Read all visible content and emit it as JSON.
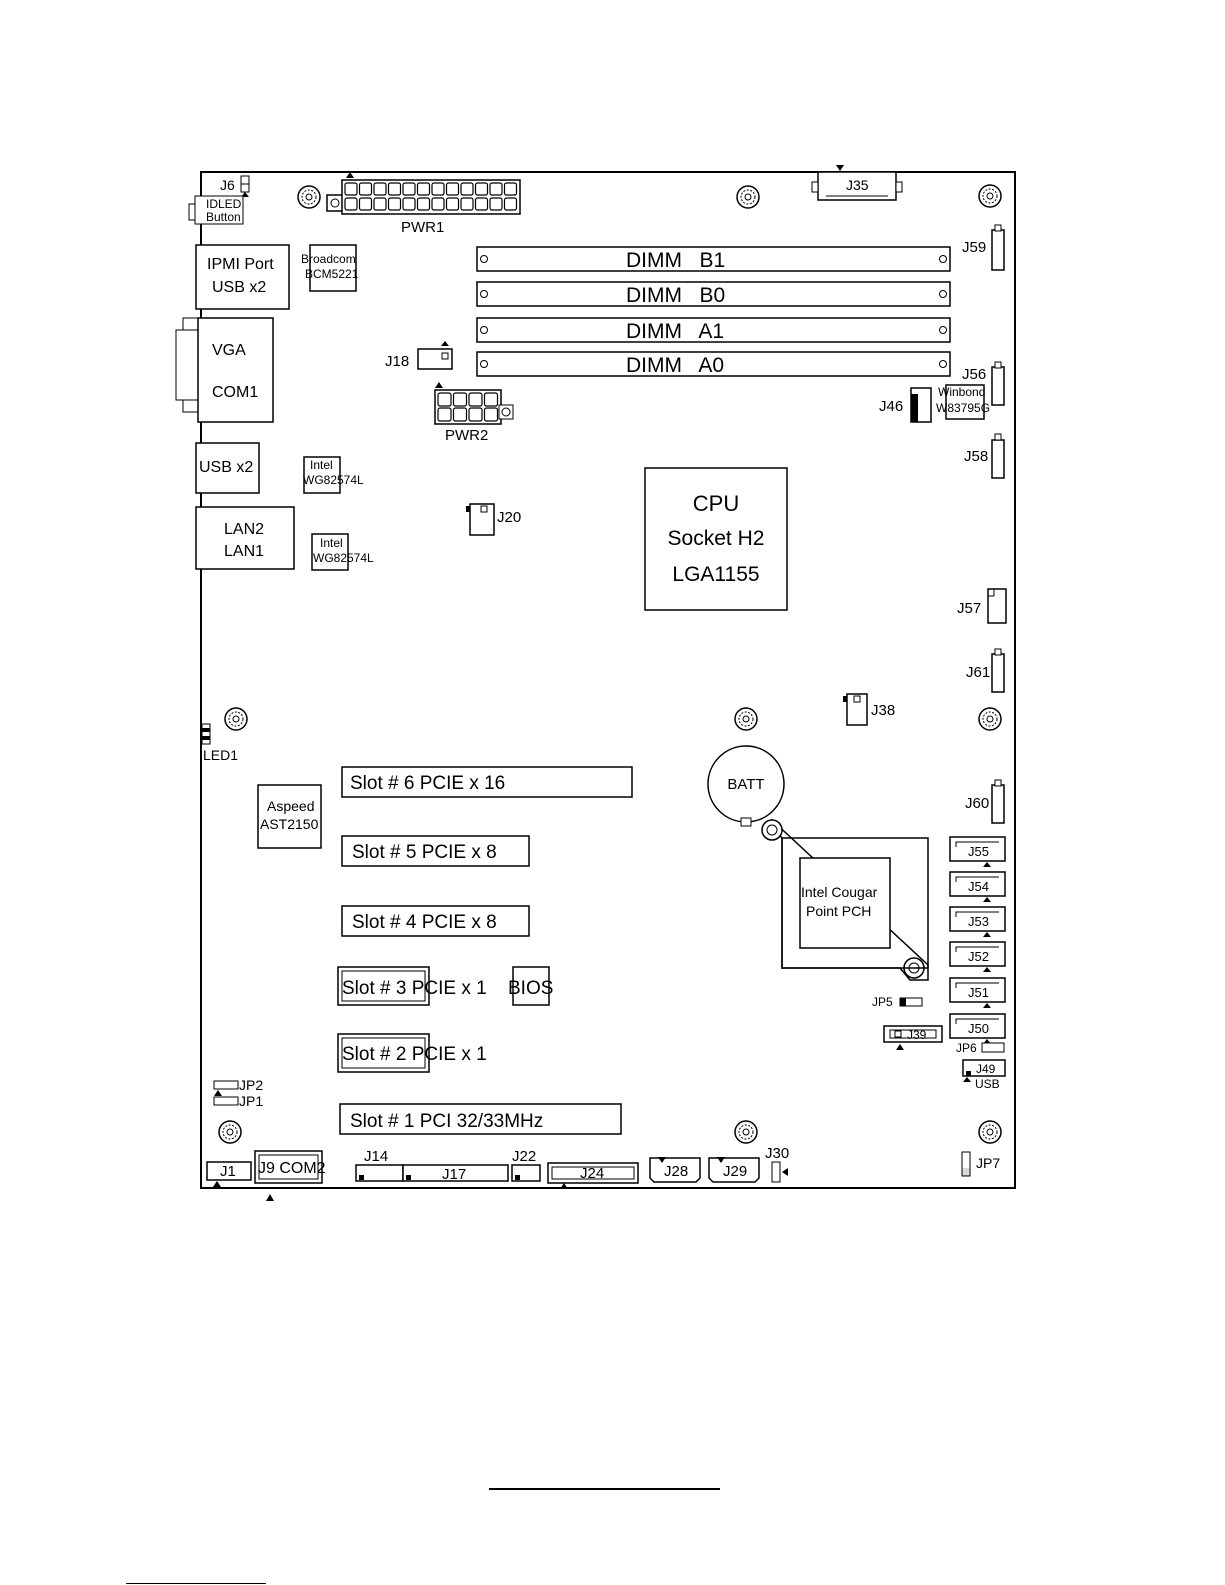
{
  "board": {
    "top": {
      "j6": "J6",
      "idled": "IDLED",
      "button": "Button",
      "pwr1": "PWR1",
      "j35": "J35",
      "j59": "J59"
    },
    "rear_io": {
      "ipmi": "IPMI Port",
      "usb_a": "USB x2",
      "vga": "VGA",
      "com1": "COM1",
      "usb_b": "USB x2",
      "lan2": "LAN2",
      "lan1": "LAN1"
    },
    "chips": {
      "broadcom_1": "Broadcom",
      "broadcom_2": "BCM5221",
      "intel1_1": "Intel",
      "intel1_2": "WG82574L",
      "intel2_1": "Intel",
      "intel2_2": "WG82574L",
      "winbond_1": "Winbond",
      "winbond_2": "W83795G",
      "aspeed_1": "Aspeed",
      "aspeed_2": "AST2150",
      "pch_1": "Intel Cougar",
      "pch_2": "Point PCH",
      "bios": "BIOS"
    },
    "dimms": [
      {
        "label": "DIMM   B1"
      },
      {
        "label": "DIMM   B0"
      },
      {
        "label": "DIMM   A1"
      },
      {
        "label": "DIMM   A0"
      }
    ],
    "cpu": {
      "line1": "CPU",
      "line2": "Socket H2",
      "line3": "LGA1155"
    },
    "slots": {
      "s6": "Slot # 6 PCIE x 16",
      "s5": "Slot # 5 PCIE x 8",
      "s4": "Slot # 4 PCIE x 8",
      "s3": "Slot # 3 PCIE x 1",
      "s2": "Slot # 2 PCIE x 1",
      "s1": "Slot # 1 PCI 32/33MHz"
    },
    "connectors": {
      "j18": "J18",
      "pwr2": "PWR2",
      "j20": "J20",
      "j56": "J56",
      "j46": "J46",
      "j58": "J58",
      "j57": "J57",
      "j61": "J61",
      "j38": "J38",
      "j60": "J60",
      "led1": "LED1",
      "batt": "BATT",
      "sata": [
        "J55",
        "J54",
        "J53",
        "J52",
        "J51",
        "J50"
      ],
      "jp5": "JP5",
      "j39": "J39",
      "jp6": "JP6",
      "j49": "J49",
      "usb": "USB",
      "jp2": "JP2",
      "jp1": "JP1",
      "jp7": "JP7"
    },
    "bottom": {
      "j1": "J1",
      "j9": "J9 COM2",
      "j14": "J14",
      "j17": "J17",
      "j22": "J22",
      "j24": "J24",
      "j28": "J28",
      "j29": "J29",
      "j30": "J30"
    }
  }
}
